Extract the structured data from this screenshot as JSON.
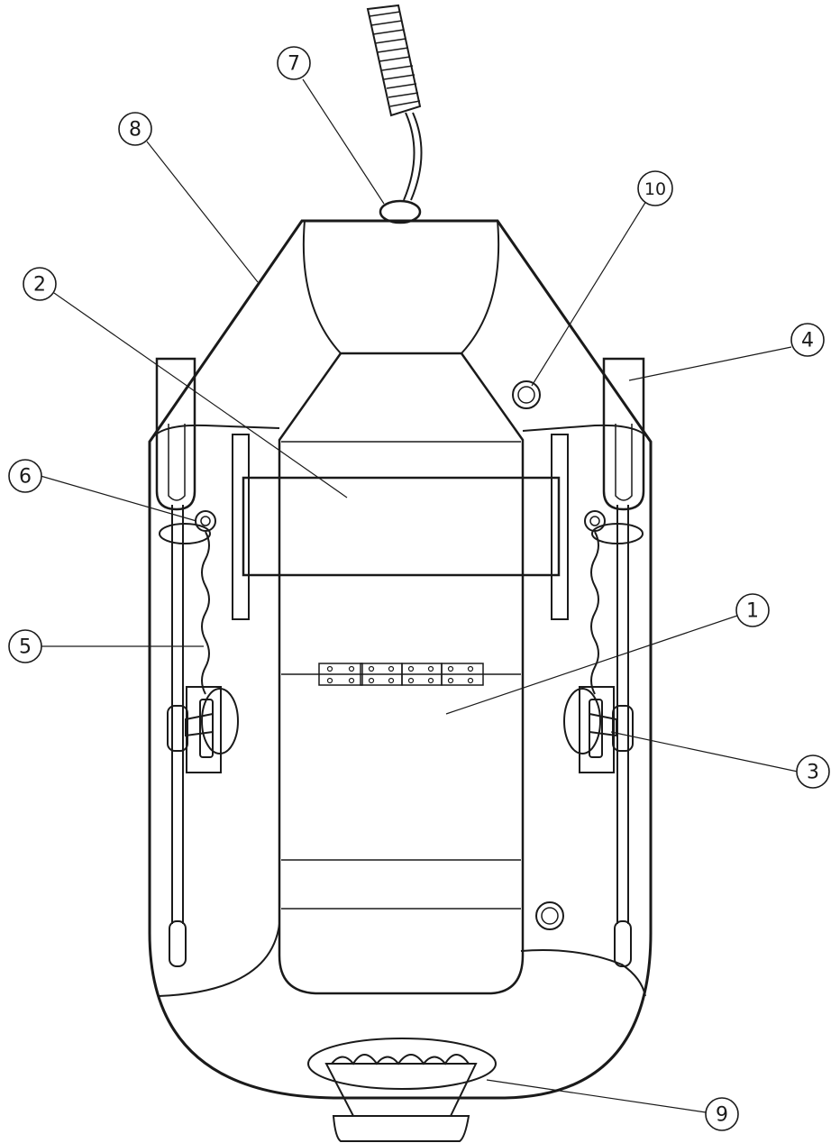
{
  "colors": {
    "boat_fill": "#a7a9ac",
    "outline": "#1a1a1a",
    "background": "#ffffff"
  },
  "callouts": [
    {
      "id": "c1",
      "label": "1"
    },
    {
      "id": "c2",
      "label": "2"
    },
    {
      "id": "c3",
      "label": "3"
    },
    {
      "id": "c4",
      "label": "4"
    },
    {
      "id": "c5",
      "label": "5"
    },
    {
      "id": "c6",
      "label": "6"
    },
    {
      "id": "c7",
      "label": "7"
    },
    {
      "id": "c8",
      "label": "8"
    },
    {
      "id": "c9",
      "label": "9"
    },
    {
      "id": "c10",
      "label": "10"
    }
  ]
}
